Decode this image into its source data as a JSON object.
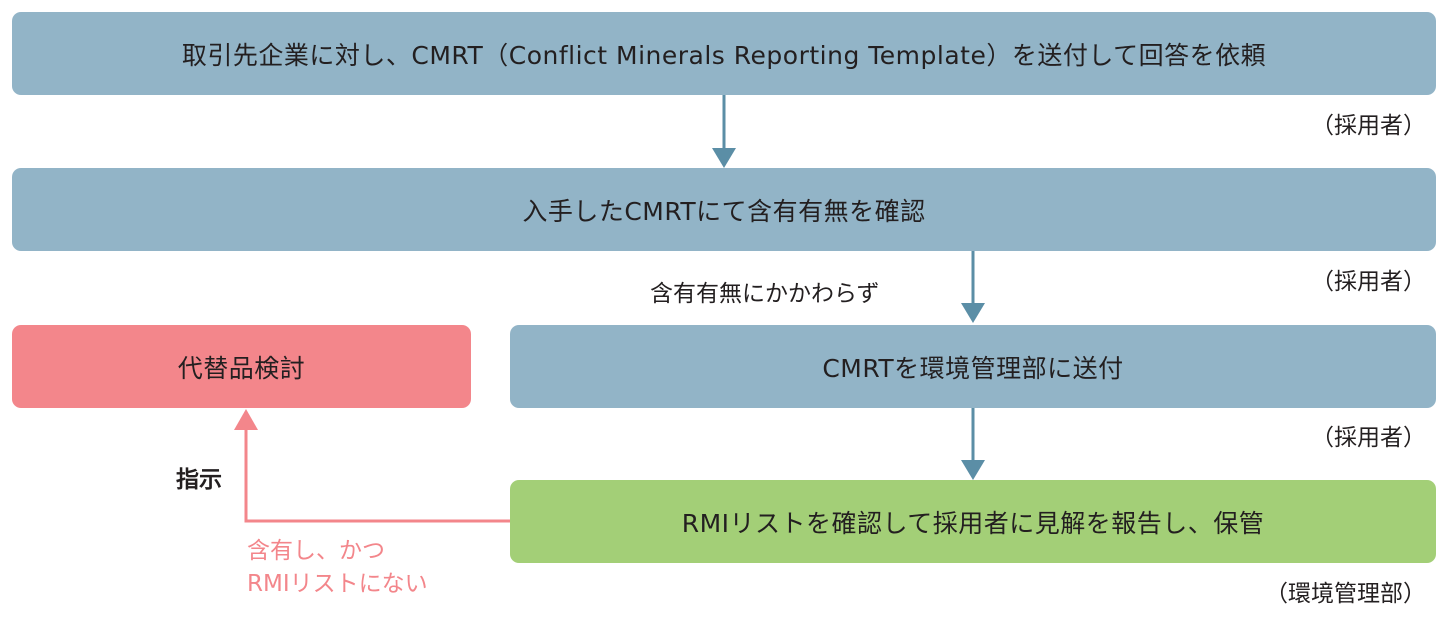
{
  "diagram": {
    "steps": [
      {
        "id": "request",
        "text": "取引先企業に対し、CMRT（Conflict Minerals Reporting Template）を送付して回答を依頼",
        "role": "（採用者）"
      },
      {
        "id": "check",
        "text": "入手したCMRTにて含有有無を確認",
        "role": "（採用者）"
      },
      {
        "id": "send",
        "text": "CMRTを環境管理部に送付",
        "role": "（採用者）"
      },
      {
        "id": "report",
        "text": "RMIリストを確認して採用者に見解を報告し、保管",
        "role": "（環境管理部）"
      },
      {
        "id": "alternative",
        "text": "代替品検討"
      }
    ],
    "edge_labels": {
      "regardless": "含有有無にかかわらず",
      "instruct": "指示",
      "condition_line1": "含有し、かつ",
      "condition_line2": "RMIリストにない"
    },
    "colors": {
      "process": "#92b4c7",
      "alternative": "#f3868b",
      "environment": "#a3cf77",
      "arrow_main": "#5b8ea6",
      "arrow_alt": "#f3868b"
    }
  }
}
